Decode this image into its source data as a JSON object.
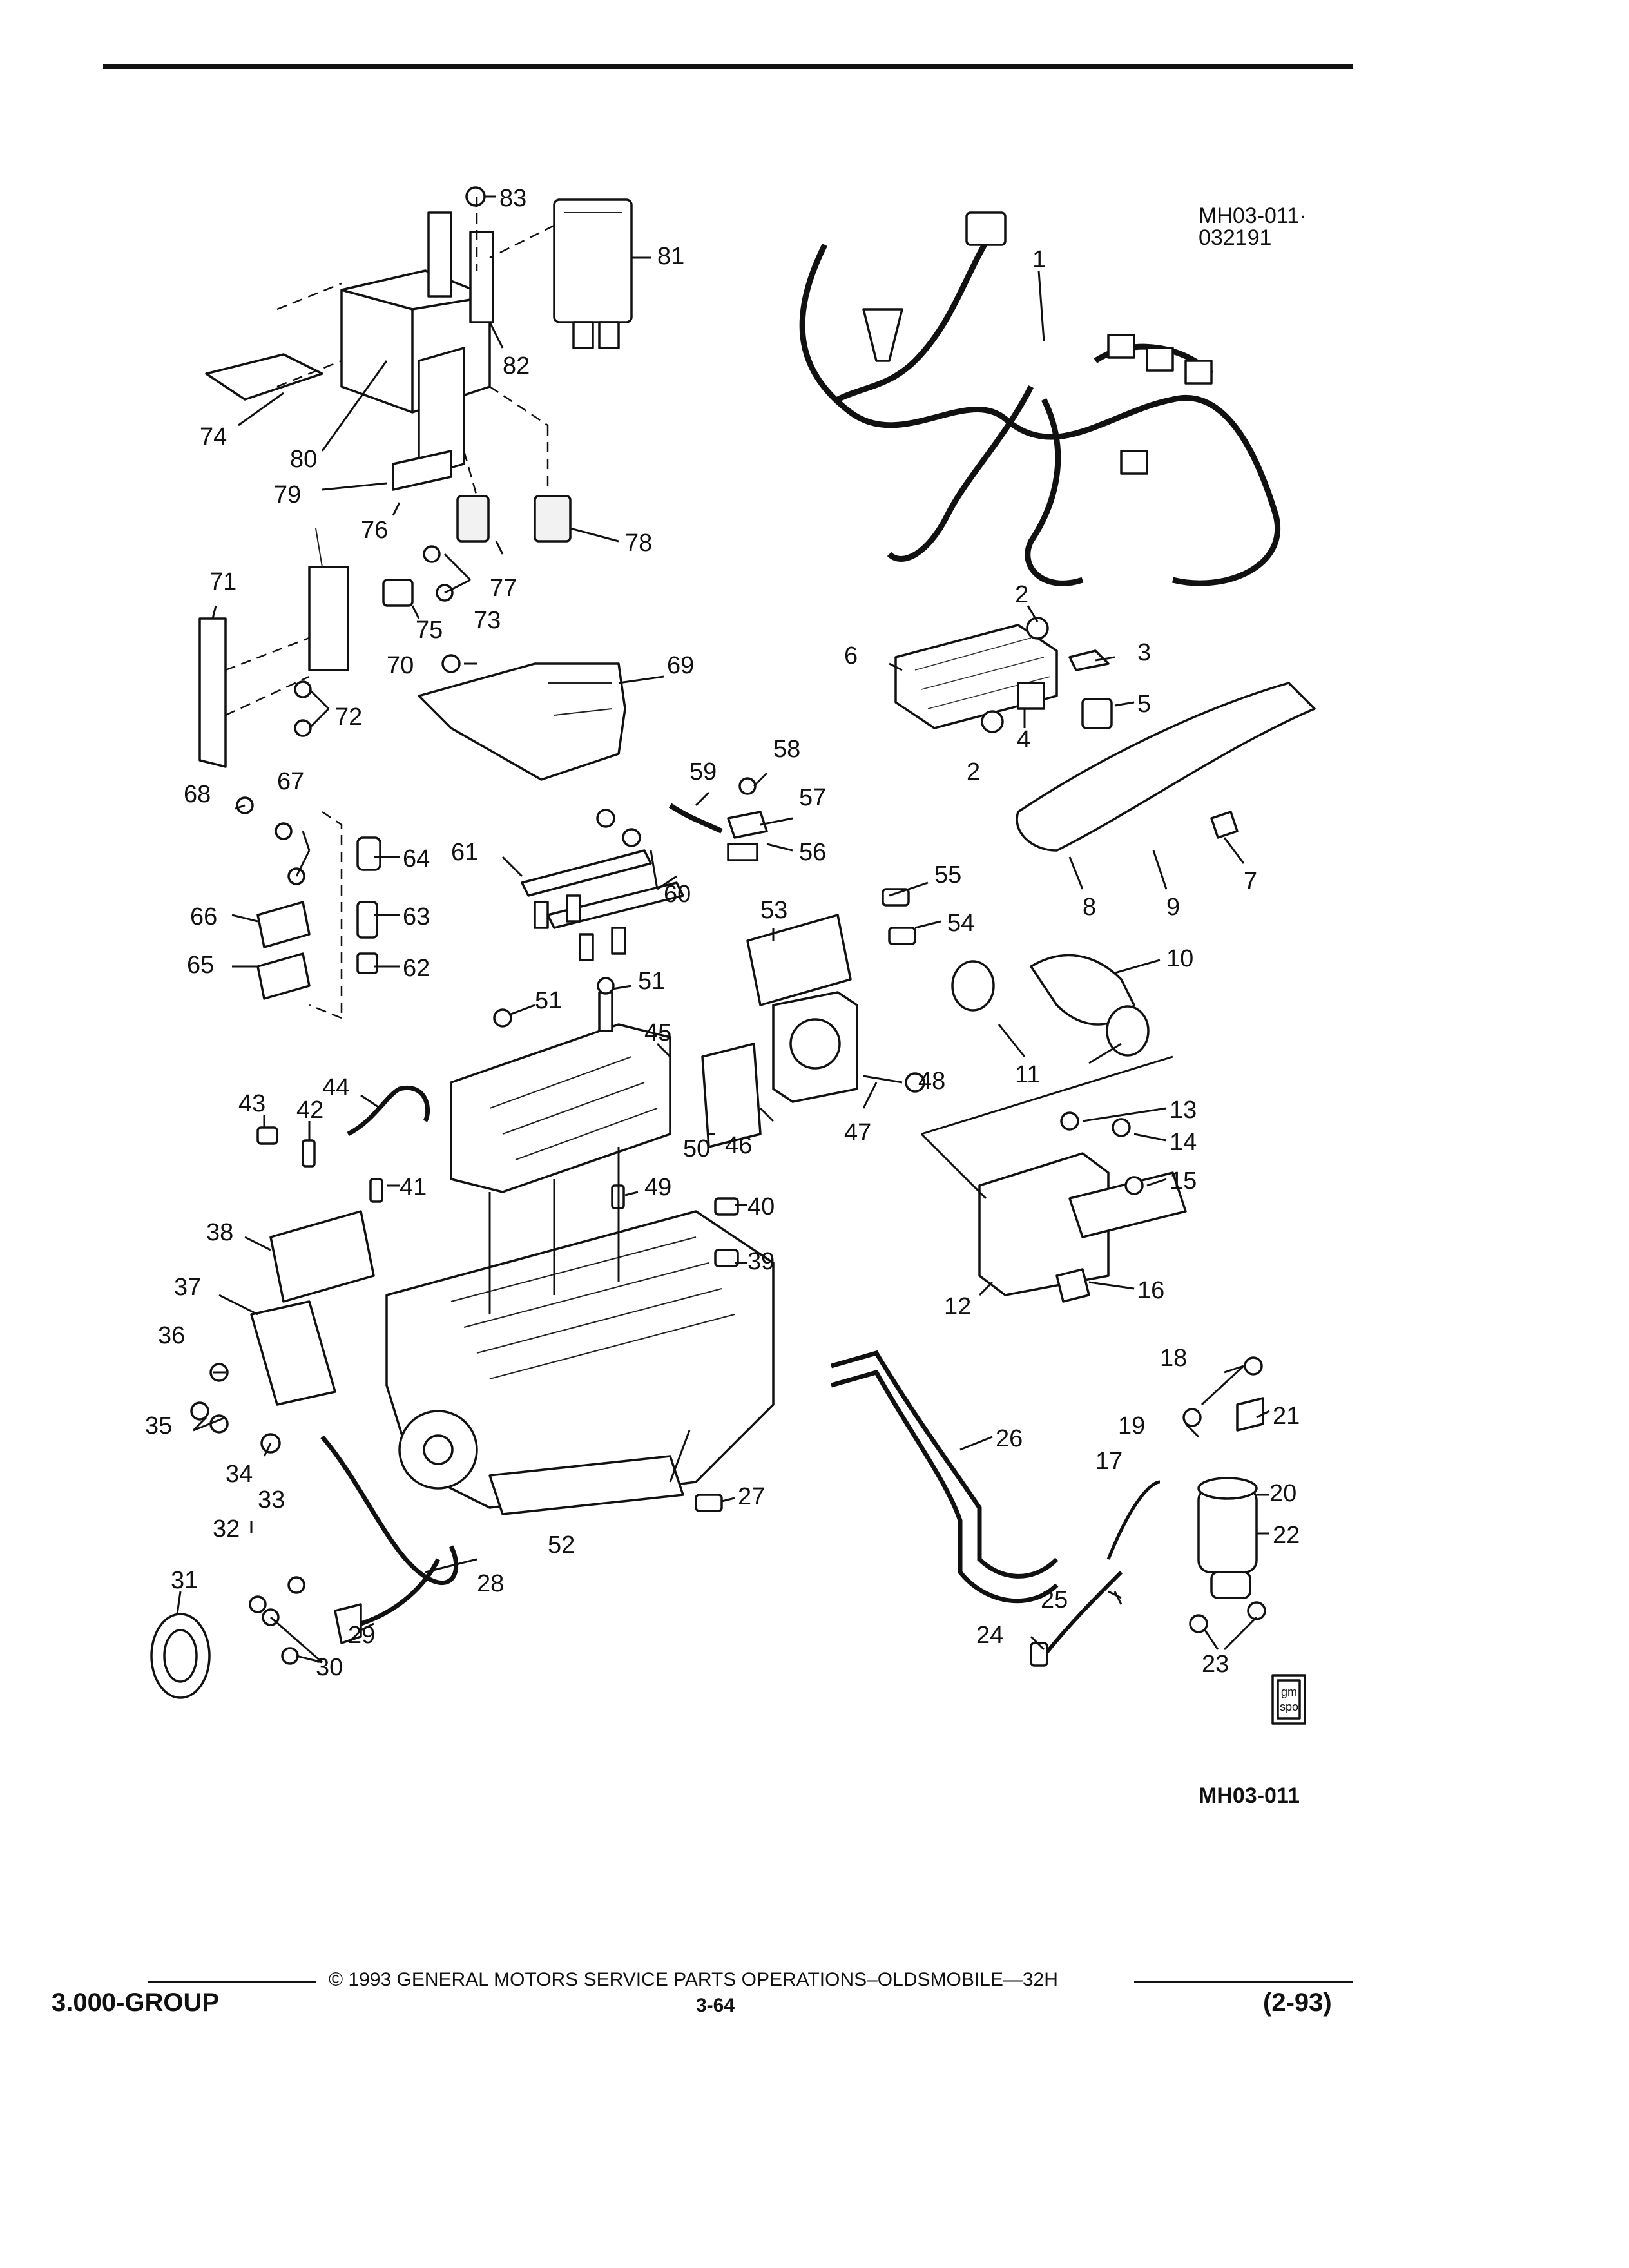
{
  "figure": {
    "id_top_line1": "MH03-011·",
    "id_top_line2": "032191",
    "id_bottom": "MH03-011"
  },
  "callouts": [
    "1",
    "2",
    "3",
    "4",
    "5",
    "6",
    "7",
    "8",
    "9",
    "10",
    "11",
    "12",
    "13",
    "14",
    "15",
    "16",
    "17",
    "18",
    "19",
    "20",
    "21",
    "22",
    "23",
    "24",
    "25",
    "26",
    "27",
    "28",
    "29",
    "30",
    "31",
    "32",
    "33",
    "34",
    "35",
    "36",
    "37",
    "38",
    "39",
    "40",
    "41",
    "42",
    "43",
    "44",
    "45",
    "46",
    "47",
    "48",
    "49",
    "50",
    "51",
    "52",
    "53",
    "54",
    "55",
    "56",
    "57",
    "58",
    "59",
    "60",
    "61",
    "62",
    "63",
    "64",
    "65",
    "66",
    "67",
    "68",
    "69",
    "70",
    "71",
    "72",
    "73",
    "74",
    "75",
    "76",
    "77",
    "78",
    "79",
    "80",
    "81",
    "82",
    "83"
  ],
  "callout_dup": {
    "2b": "2",
    "51b": "51"
  },
  "badge": {
    "line1": "gm",
    "line2": "spo"
  },
  "footer": {
    "copyright": "© 1993 GENERAL MOTORS SERVICE PARTS OPERATIONS–OLDSMOBILE—32H",
    "group": "3.000-GROUP",
    "page": "3-64",
    "revision": "(2-93)"
  }
}
